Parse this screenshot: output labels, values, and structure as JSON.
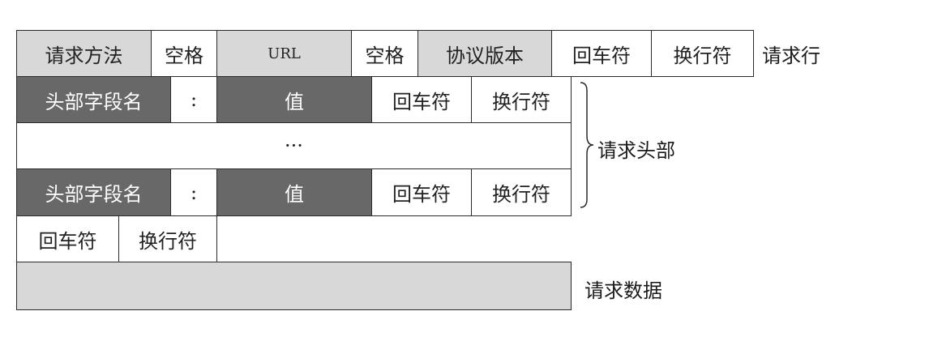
{
  "request_line": {
    "method": "请求方法",
    "space_1": "空格",
    "url": "URL",
    "space_2": "空格",
    "version": "协议版本",
    "cr": "回车符",
    "lf": "换行符",
    "label": "请求行"
  },
  "header_row_1": {
    "field_name": "头部字段名",
    "colon": ":",
    "value": "值",
    "cr": "回车符",
    "lf": "换行符"
  },
  "ellipsis": "···",
  "header_row_2": {
    "field_name": "头部字段名",
    "colon": ":",
    "value": "值",
    "cr": "回车符",
    "lf": "换行符"
  },
  "headers_label": "请求头部",
  "blank_line": {
    "cr": "回车符",
    "lf": "换行符"
  },
  "request_body_label": "请求数据",
  "colors": {
    "light_fill": "#d8d8d8",
    "dark_fill": "#686868",
    "border": "#2a2a2a"
  }
}
